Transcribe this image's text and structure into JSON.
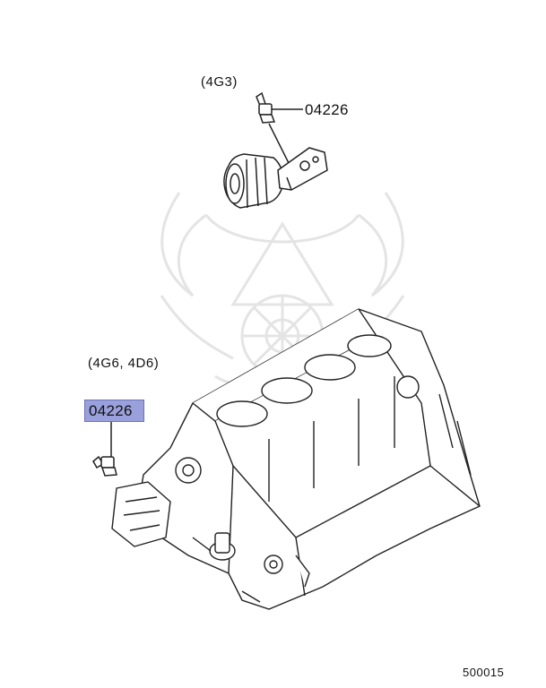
{
  "labels": {
    "variant_top": "(4G3)",
    "variant_bottom": "(4G6, 4D6)",
    "part_top": "04226",
    "part_bottom": "04226",
    "diagram_id": "500015"
  },
  "colors": {
    "highlight": "#9aa0dc",
    "line": "#222222",
    "watermark": "#e6e6e6"
  }
}
